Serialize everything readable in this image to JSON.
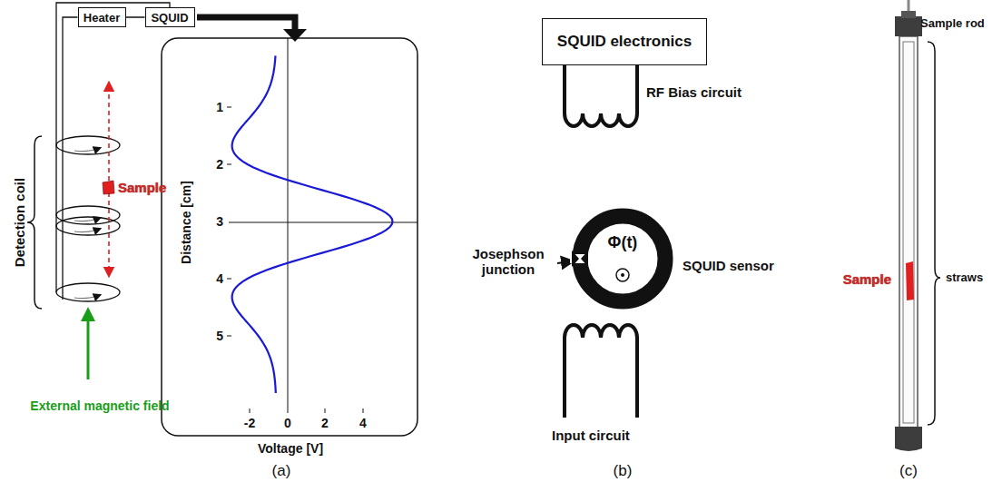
{
  "diagram": {
    "nodes": [
      {
        "text": [
          "Heater"
        ]
      },
      {
        "text": [
          "SQUID"
        ]
      },
      {
        "text": [
          "SQUID electronics"
        ]
      },
      {
        "text": [
          "Φ(t)"
        ]
      }
    ],
    "edges": [
      {
        "from": 0,
        "to": 1,
        "arrow": "none"
      }
    ],
    "labels": [
      "Detection coil",
      "Sample",
      "External magnetic field",
      "Distance [cm]",
      "1",
      "2",
      "3",
      "4",
      "5",
      "-2",
      "0",
      "2",
      "4",
      "Voltage [V]",
      "(a)",
      "RF Bias circuit",
      "Josephson junction",
      "SQUID sensor",
      "Input circuit",
      "(b)",
      "Sample rod",
      "Sample",
      "straws",
      "(c)"
    ]
  }
}
